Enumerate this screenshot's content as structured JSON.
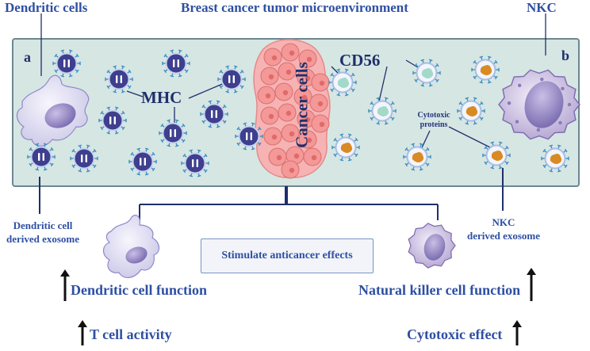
{
  "header": {
    "dendritic_cells": "Dendritic cells",
    "title": "Breast cancer tumor microenvironment",
    "nkc": "NKC"
  },
  "panel": {
    "label_a": "a",
    "label_b": "b",
    "mhc": "MHC",
    "cancer_cells": "Cancer cells",
    "cd56": "CD56",
    "cytotoxic_proteins_line1": "Cytotoxic",
    "cytotoxic_proteins_line2": "proteins"
  },
  "lower": {
    "dc_exosome_line1": "Dendritic cell",
    "dc_exosome_line2": "derived exosome",
    "nkc_exosome_line1": "NKC",
    "nkc_exosome_line2": "derived exosome",
    "stimulate": "Stimulate anticancer effects",
    "dc_function": "Dendritic cell function",
    "nk_function": "Natural killer cell function",
    "t_cell": "T cell activity",
    "cytotoxic_effect": "Cytotoxic effect"
  },
  "colors": {
    "panel_fill": "#d6e6e3",
    "panel_border": "#6c8790",
    "text_blue": "#2e4fa3",
    "dark_navy": "#1f2f6b",
    "exosome_purple": "#3e3f8e",
    "cancer_pink": "#ef8f8f",
    "cd56_green": "#a3d9c9",
    "cytotoxic_orange": "#d98a22"
  },
  "icons": [
    "dendritic-cell-icon",
    "nk-cell-icon",
    "cancer-cell-cluster-icon",
    "exosome-icon",
    "up-arrow-icon"
  ]
}
